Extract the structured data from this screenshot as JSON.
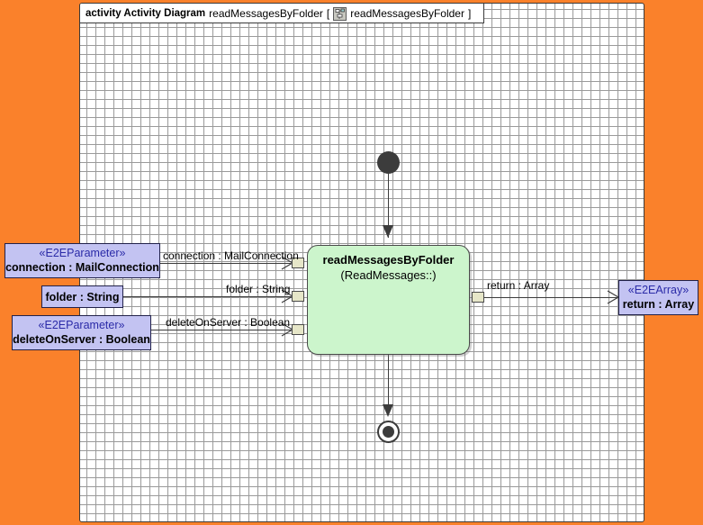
{
  "canvas": {
    "background_color": "#fa812b",
    "frame_background": "#ffffff",
    "grid": "dotted"
  },
  "frame": {
    "keyword": "activity Activity Diagram",
    "name": "readMessagesByFolder",
    "bracket_open": "[",
    "bracket_close": "]",
    "inner_name": "readMessagesByFolder",
    "icon": "activity-diagram-icon"
  },
  "activity_node": {
    "title": "readMessagesByFolder",
    "subtitle": "(ReadMessages::)",
    "fill_color": "#ccf5cc",
    "border_color": "#4a4a4a"
  },
  "nodes": {
    "initial": "initial-node",
    "final": "activity-final-node"
  },
  "inputs": [
    {
      "stereotype": "«E2EParameter»",
      "label": "connection : MailConnection",
      "edge_label": "connection : MailConnection",
      "fill_color": "#c3c3f2"
    },
    {
      "stereotype": "",
      "label": "folder : String",
      "edge_label": "folder : String",
      "fill_color": "#c3c3f2"
    },
    {
      "stereotype": "«E2EParameter»",
      "label": "deleteOnServer : Boolean",
      "edge_label": "deleteOnServer : Boolean",
      "fill_color": "#c3c3f2"
    }
  ],
  "outputs": [
    {
      "stereotype": "«E2EArray»",
      "label": "return : Array",
      "edge_label": "return : Array",
      "fill_color": "#c3c3f2"
    }
  ]
}
